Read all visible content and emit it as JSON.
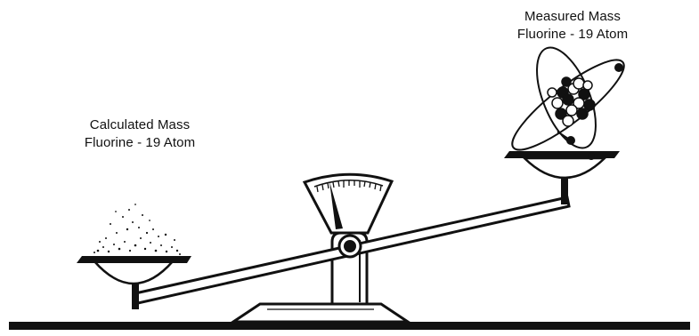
{
  "labels": {
    "left": {
      "line1": "Calculated Mass",
      "line2": "Fluorine - 19 Atom"
    },
    "right": {
      "line1": "Measured Mass",
      "line2": "Fluorine - 19 Atom"
    }
  },
  "colors": {
    "ink": "#111111",
    "paper": "#ffffff"
  },
  "icons": {
    "left_pan_contents": "scattered-particles",
    "right_pan_contents": "atom-with-orbits",
    "scale_dial": "needle-gauge"
  }
}
